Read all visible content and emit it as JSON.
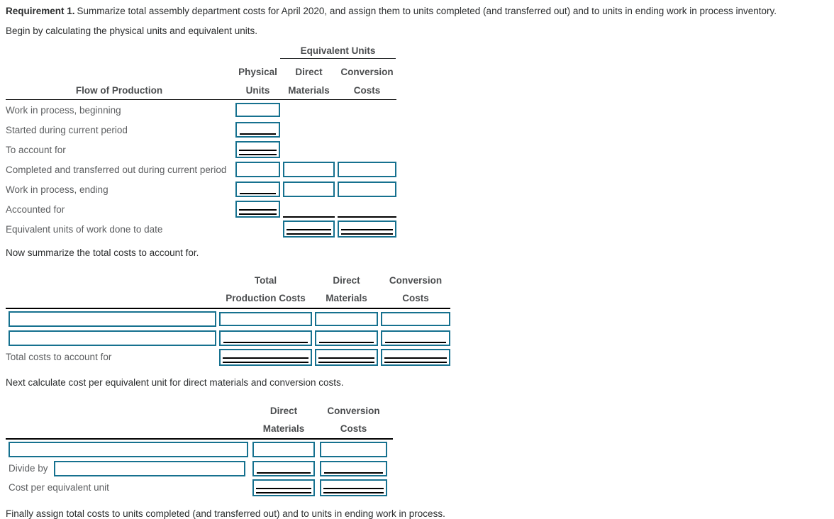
{
  "intro": {
    "requirement_label": "Requirement 1.",
    "requirement_text": "Summarize total assembly department costs for April 2020, and assign them to units completed (and transferred out) and to units in ending work in process inventory.",
    "step_physical_units": "Begin by calculating the physical units and equivalent units.",
    "step_total_costs": "Now summarize the total costs to account for.",
    "step_cost_per_unit": "Next calculate cost per equivalent unit for direct materials and conversion costs.",
    "step_assign": "Finally assign total costs to units completed (and transferred out) and to units in ending work in process."
  },
  "flow_table": {
    "group_header": "Equivalent Units",
    "row_header": "Flow of Production",
    "columns": {
      "physical": [
        "Physical",
        "Units"
      ],
      "direct": [
        "Direct",
        "Materials"
      ],
      "conversion": [
        "Conversion",
        "Costs"
      ]
    },
    "rows": {
      "wip_beginning": "Work in process, beginning",
      "started": "Started during current period",
      "to_account_for": "To account for",
      "completed": "Completed and transferred out during current period",
      "wip_ending": "Work in process, ending",
      "accounted_for": "Accounted for",
      "equivalent_units": "Equivalent units of work done to date"
    }
  },
  "costs_table": {
    "columns": {
      "total": [
        "Total",
        "Production Costs"
      ],
      "direct": [
        "Direct",
        "Materials"
      ],
      "conversion": [
        "Conversion",
        "Costs"
      ]
    },
    "total_row_label": "Total costs to account for"
  },
  "unit_cost_table": {
    "columns": {
      "direct": [
        "Direct",
        "Materials"
      ],
      "conversion": [
        "Conversion",
        "Costs"
      ]
    },
    "divide_by_label": "Divide by",
    "cost_per_unit_label": "Cost per equivalent unit"
  },
  "colors": {
    "input_border": "#16718f",
    "label_text": "#5c5e60",
    "rule": "#000000"
  }
}
